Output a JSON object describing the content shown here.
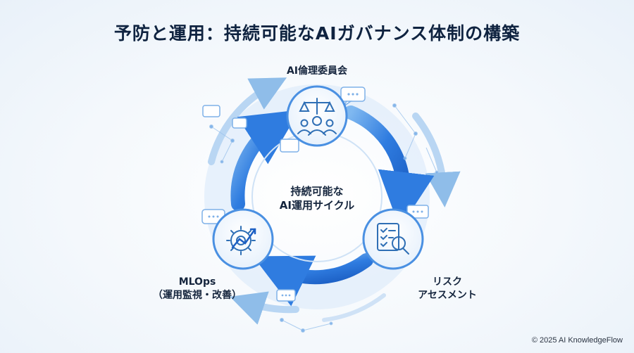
{
  "title": "予防と運用：持続可能なAIガバナンス体制の構築",
  "nodes": {
    "top": {
      "label": "AI倫理委員会",
      "icon": "ethics-committee-icon"
    },
    "right": {
      "line1": "リスク",
      "line2": "アセスメント",
      "icon": "risk-assessment-icon"
    },
    "left": {
      "line1": "MLOps",
      "line2": "（運用監視・改善）",
      "icon": "mlops-gear-icon"
    }
  },
  "center": {
    "line1": "持続可能な",
    "line2": "AI運用サイクル"
  },
  "footer": {
    "copyright": "© 2025 AI KnowledgeFlow"
  },
  "colors": {
    "title": "#0f2340",
    "ring": "#3f86e0",
    "ring_light": "#a9cdf3",
    "node_border": "#4a90e2",
    "icon": "#2f6fb5"
  }
}
